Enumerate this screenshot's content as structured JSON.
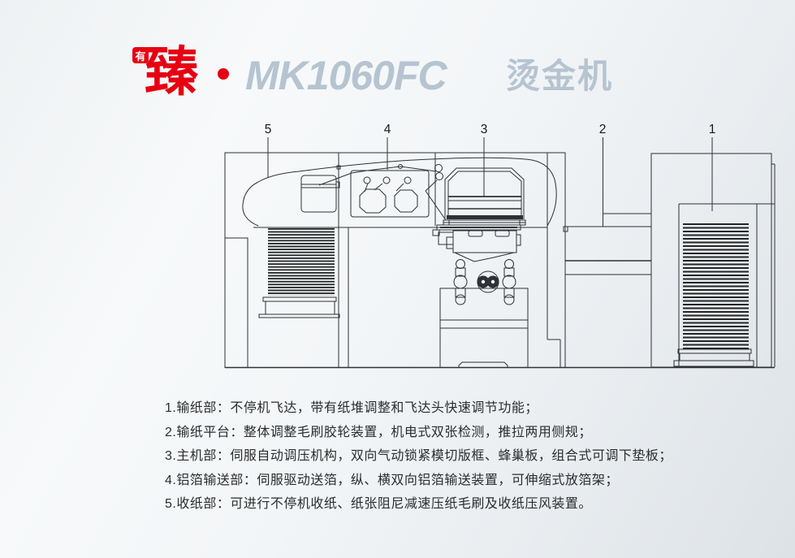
{
  "brand": {
    "badge": "有",
    "logo_char": "臻",
    "model": "MK1060FC",
    "product": "烫金机",
    "red": "#e60012",
    "gray_blue": "#b5c4d0"
  },
  "diagram": {
    "line_color": "#2e3135",
    "callouts": [
      {
        "label": "5",
        "part": "收纸部"
      },
      {
        "label": "4",
        "part": "铝箔输送部"
      },
      {
        "label": "3",
        "part": "主机部"
      },
      {
        "label": "2",
        "part": "输纸平台"
      },
      {
        "label": "1",
        "part": "输纸部"
      }
    ]
  },
  "descriptions": [
    "1.输纸部：不停机飞达，带有纸堆调整和飞达头快速调节功能；",
    "2.输纸平台：整体调整毛刷胶轮装置，机电式双张检测，推拉两用侧规；",
    "3.主机部：伺服自动调压机构，双向气动锁紧模切版框、蜂巢板，组合式可调下垫板；",
    "4.铝箔输送部：伺服驱动送箔，纵、横双向铝箔输送装置，可伸缩式放箔架；",
    "5.收纸部：可进行不停机收纸、纸张阻尼减速压纸毛刷及收纸压风装置。"
  ]
}
